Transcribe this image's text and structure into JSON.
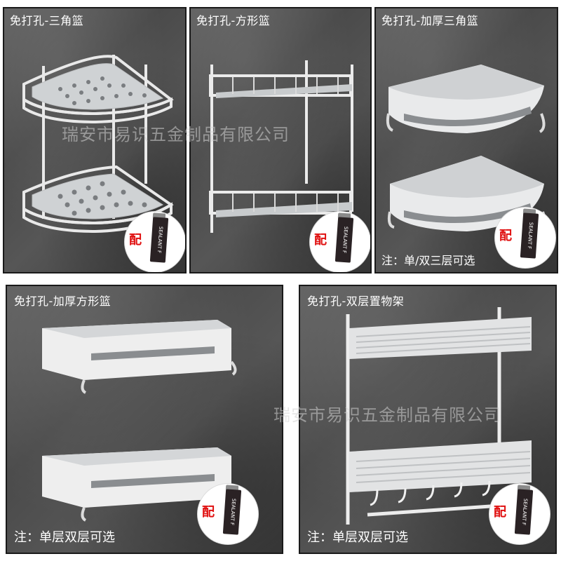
{
  "panels": [
    {
      "title": "免打孔-三角篮",
      "note": ""
    },
    {
      "title": "免打孔-方形篮",
      "note": ""
    },
    {
      "title": "免打孔-加厚三角篮",
      "note": "注：单/双三层可选"
    },
    {
      "title": "免打孔-加厚方形篮",
      "note": "注：单层双层可选"
    },
    {
      "title": "免打孔-双层置物架",
      "note": "注：单层双层可选"
    }
  ],
  "badge": {
    "label": "配",
    "tube_text": "SEALANT F"
  },
  "watermark": "瑞安市易识五金制品有限公司",
  "colors": {
    "panel_border": "#1a1a1a",
    "accent": "#e01010",
    "text": "#ffffff"
  }
}
